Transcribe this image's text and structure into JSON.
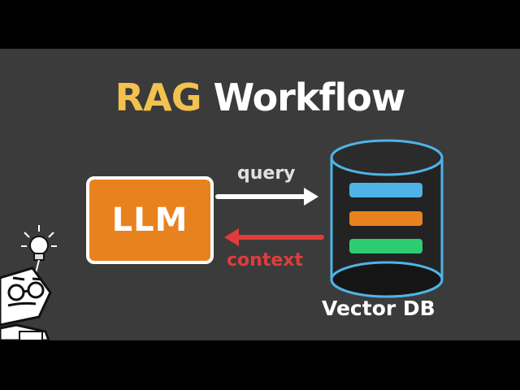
{
  "title": {
    "part1": "RAG",
    "part2": "Workflow"
  },
  "llm": {
    "label": "LLM"
  },
  "arrows": {
    "query_label": "query",
    "context_label": "context"
  },
  "vector_db": {
    "label": "Vector DB",
    "records": [
      {
        "color": "#4fb3e8"
      },
      {
        "color": "#e8821e"
      },
      {
        "color": "#2ecc71"
      }
    ]
  },
  "colors": {
    "background": "#3b3b3b",
    "title_accent": "#f2c14e",
    "llm_fill": "#e8821e",
    "context_arrow": "#e03c3c",
    "db_stroke": "#4fb3e8",
    "db_fill": "#222222"
  },
  "icons": [
    "robot-mascot-icon",
    "lightbulb-icon"
  ]
}
